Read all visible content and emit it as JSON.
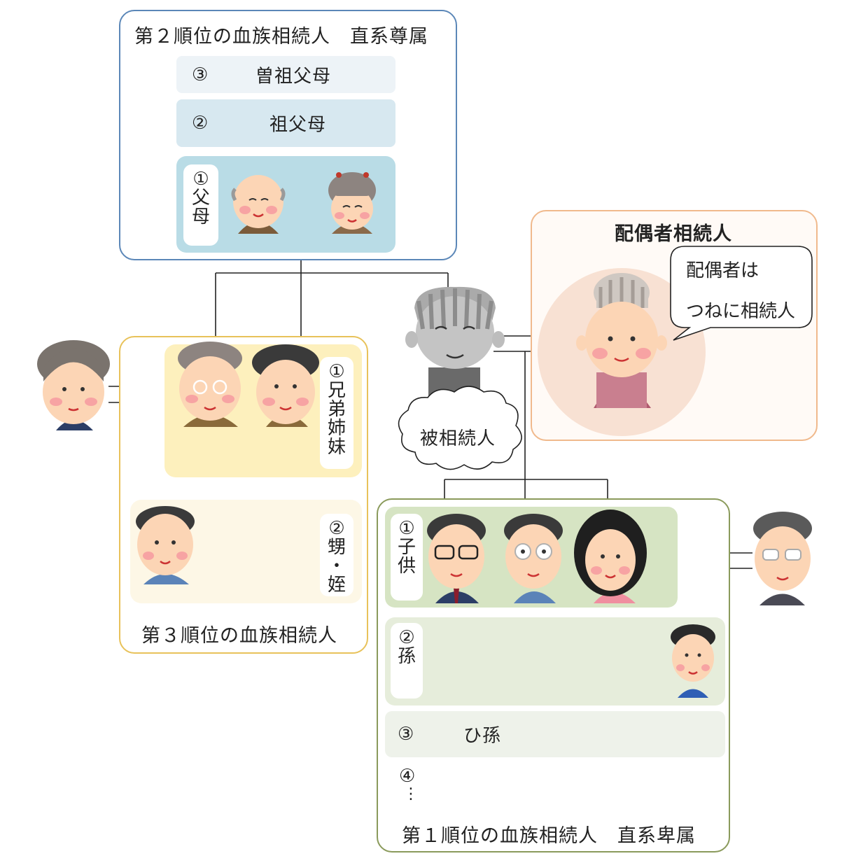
{
  "rank2": {
    "title": "第２順位の血族相続人　直系尊属",
    "items": [
      {
        "num": "③",
        "label": "曽祖父母"
      },
      {
        "num": "②",
        "label": "祖父母"
      }
    ],
    "parents": {
      "num": "①",
      "c1": "父",
      "c2": "母"
    }
  },
  "spouse": {
    "title": "配偶者相続人",
    "bubble_line1": "配偶者は",
    "bubble_line2": "つねに相続人"
  },
  "decedent": {
    "label": "被相続人"
  },
  "rank3": {
    "title": "第３順位の血族相続人",
    "siblings": {
      "num": "①",
      "c1": "兄",
      "c2": "弟",
      "c3": "姉",
      "c4": "妹"
    },
    "nephews": {
      "num": "②",
      "c1": "甥",
      "c2": "・",
      "c3": "姪"
    }
  },
  "rank1": {
    "title": "第１順位の血族相続人　直系卑属",
    "children": {
      "num": "①",
      "c1": "子",
      "c2": "供"
    },
    "grandchildren": {
      "num": "②",
      "c1": "孫"
    },
    "great": {
      "num": "③",
      "label": "ひ孫"
    },
    "more": {
      "num": "④",
      "dots": "⋮"
    }
  },
  "colors": {
    "rank2_border": "#5b87b8",
    "rank3_border": "#e8c25a",
    "rank1_border": "#8a9a5b",
    "spouse_border": "#f0b98c"
  }
}
